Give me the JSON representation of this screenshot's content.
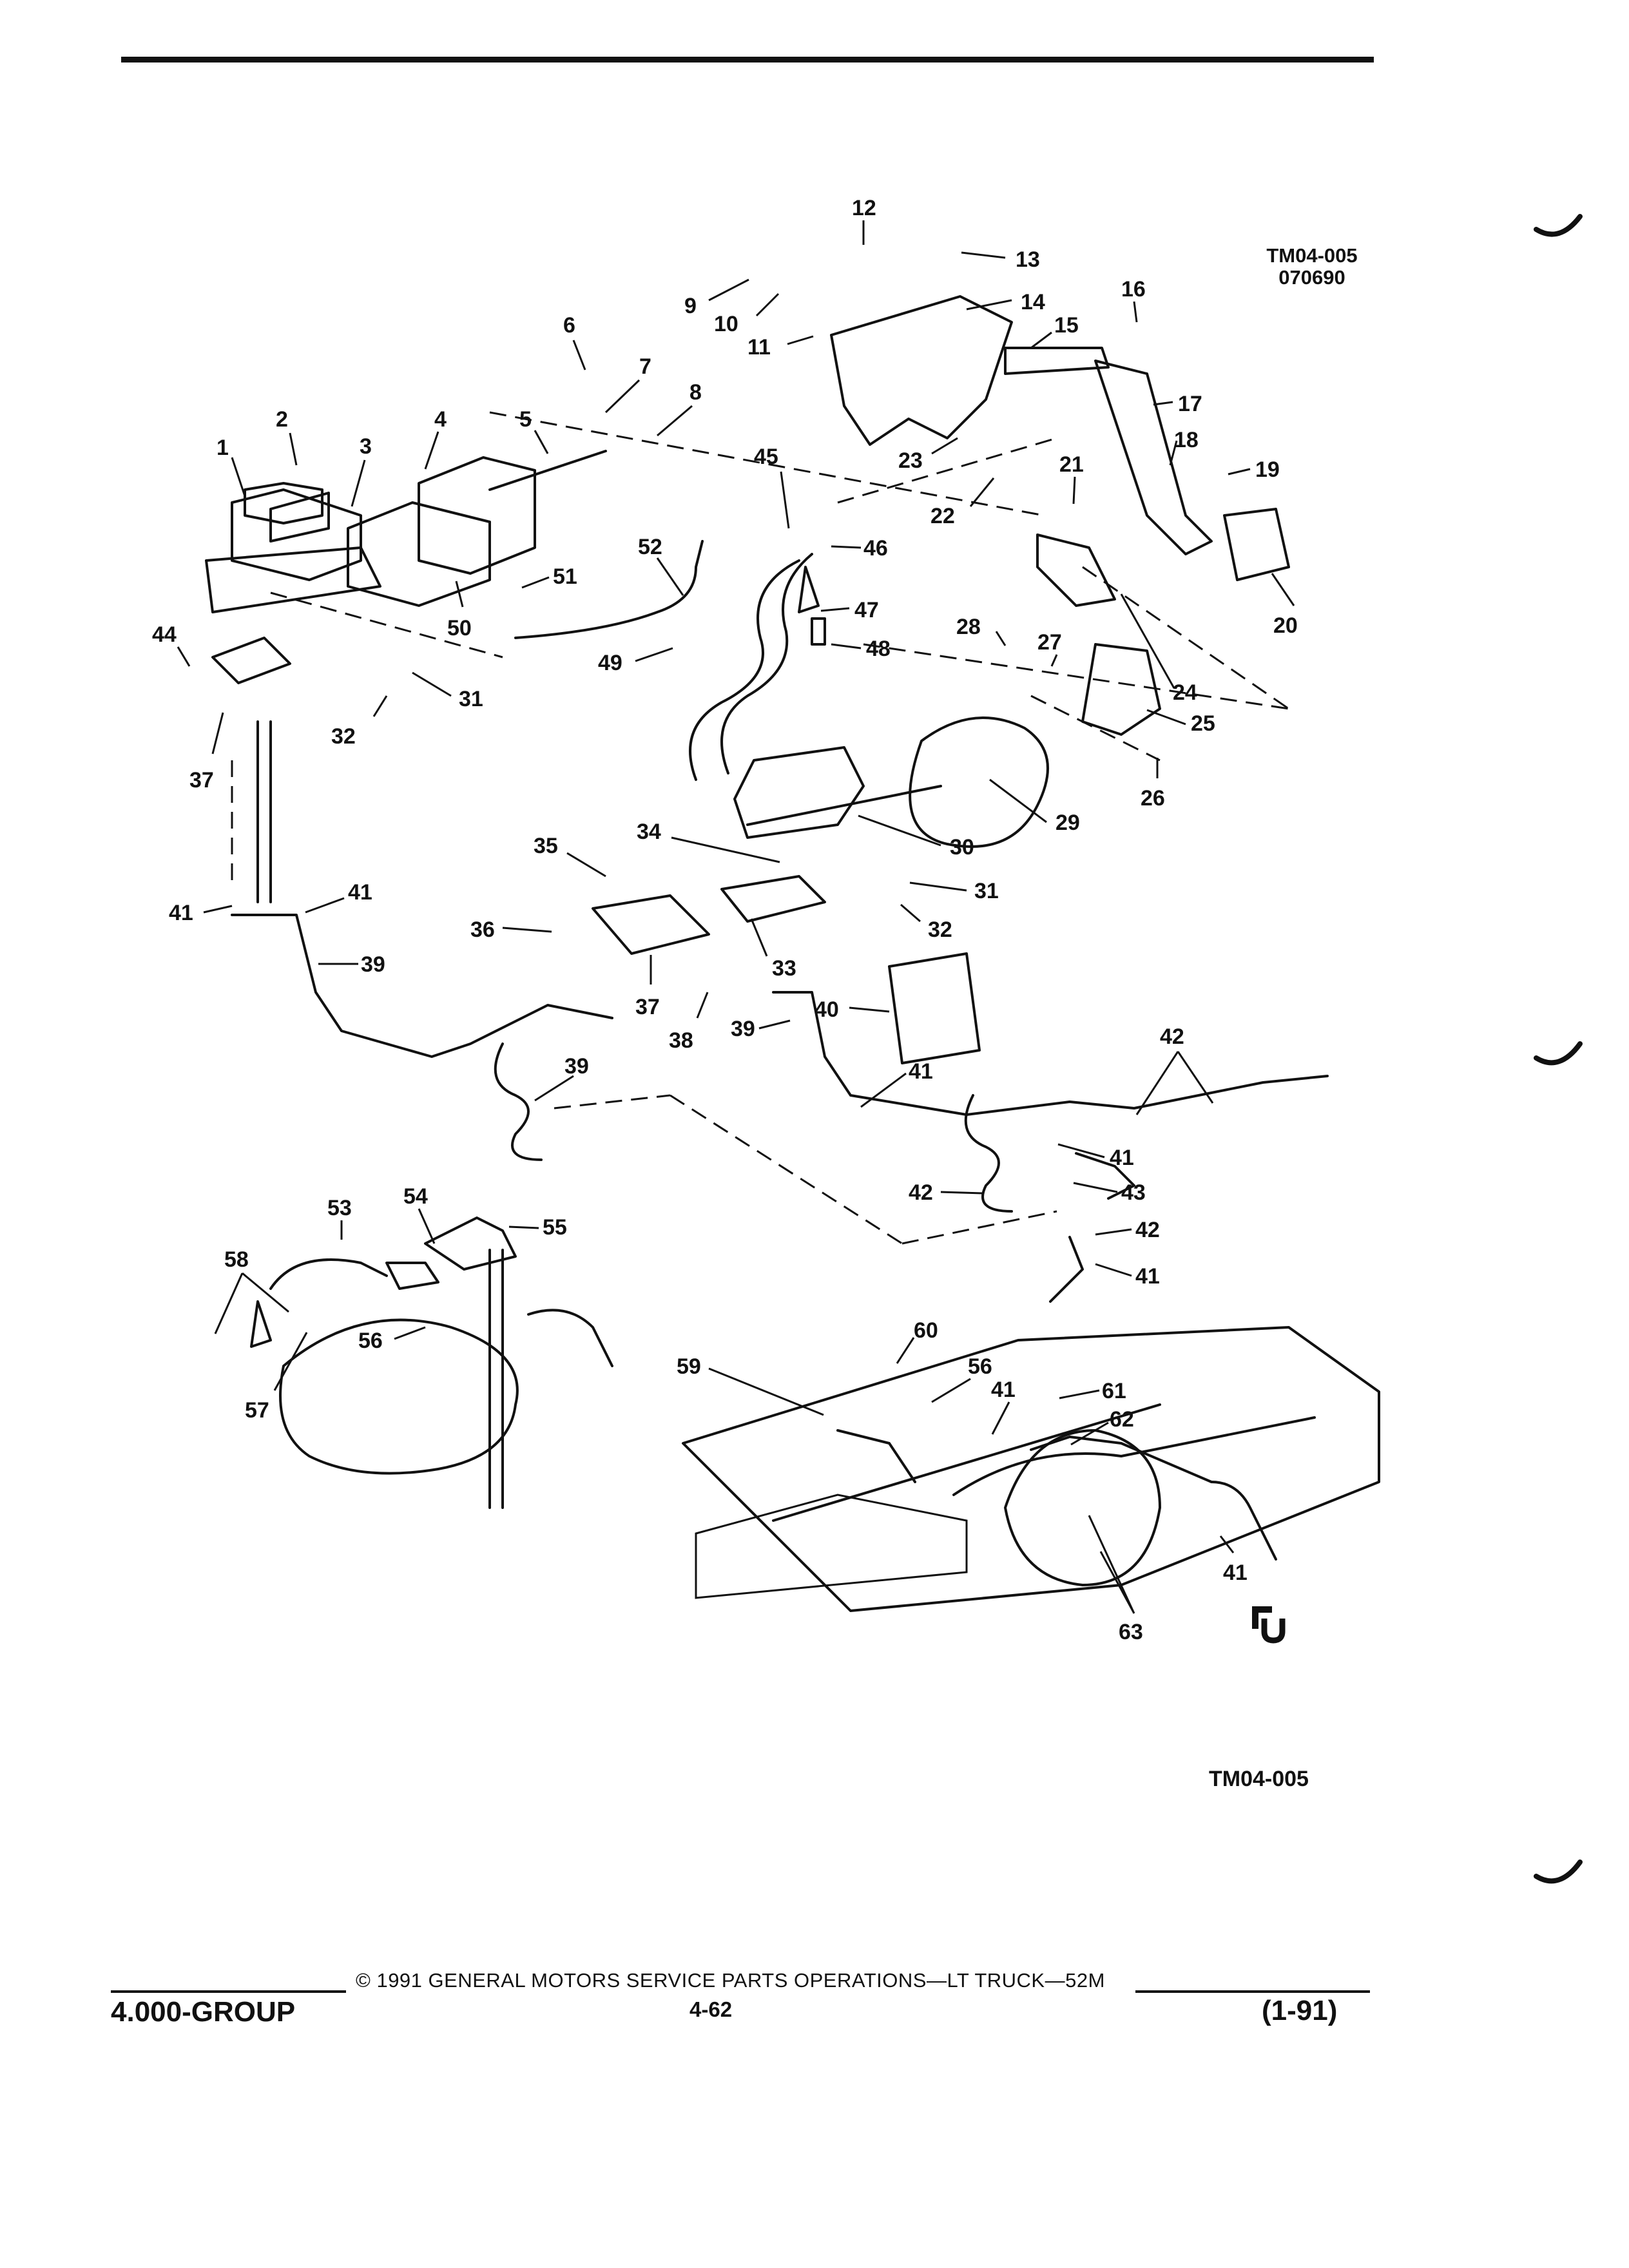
{
  "figure_code_top": [
    "TM04-005",
    "070690"
  ],
  "figure_code_bottom": "TM04-005",
  "footer": {
    "group": "4.000-GROUP",
    "copyright": "© 1991 GENERAL MOTORS SERVICE PARTS OPERATIONS—LT TRUCK—52M",
    "page": "4-62",
    "date": "(1-91)"
  },
  "callouts": [
    "1",
    "2",
    "3",
    "4",
    "5",
    "6",
    "7",
    "8",
    "9",
    "10",
    "11",
    "12",
    "13",
    "14",
    "15",
    "16",
    "17",
    "18",
    "19",
    "20",
    "21",
    "22",
    "23",
    "24",
    "25",
    "26",
    "27",
    "28",
    "29",
    "30",
    "31",
    "31",
    "32",
    "32",
    "33",
    "34",
    "35",
    "36",
    "37",
    "37",
    "38",
    "39",
    "39",
    "39",
    "40",
    "41",
    "41",
    "41",
    "41",
    "41",
    "41",
    "41",
    "42",
    "42",
    "42",
    "43",
    "44",
    "45",
    "46",
    "47",
    "48",
    "49",
    "50",
    "51",
    "52",
    "53",
    "54",
    "55",
    "56",
    "56",
    "57",
    "58",
    "59",
    "60",
    "61",
    "62",
    "63"
  ]
}
